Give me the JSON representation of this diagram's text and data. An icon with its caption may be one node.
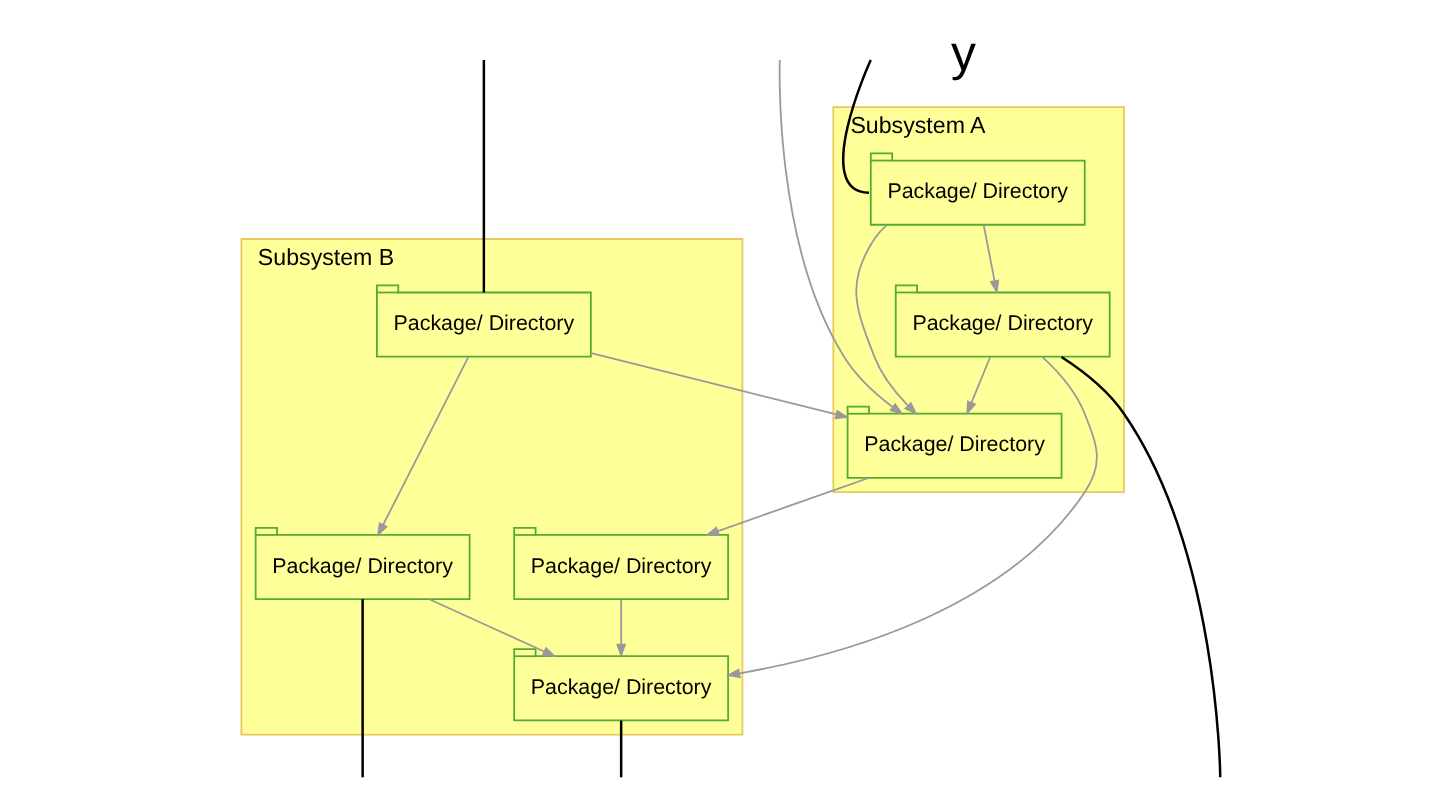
{
  "diagram": {
    "nodes": [
      {
        "text": [
          "Subsystem A"
        ]
      },
      {
        "text": [
          "Package/ Directory"
        ],
        "in": 0
      },
      {
        "text": [
          "Package/ Directory"
        ],
        "in": 0
      },
      {
        "text": [
          "Package/ Directory"
        ],
        "in": 0
      },
      {
        "text": [
          "Subsystem B"
        ]
      },
      {
        "text": [
          "Package/ Directory"
        ],
        "in": 4
      },
      {
        "text": [
          "Package/ Directory"
        ],
        "in": 4
      },
      {
        "text": [
          "Package/ Directory"
        ],
        "in": 4
      },
      {
        "text": [
          "Package/ Directory"
        ],
        "in": 4
      }
    ],
    "edges": [
      {
        "from": 1,
        "to": 2,
        "arrow": "to"
      },
      {
        "from": 1,
        "to": 3,
        "arrow": "to"
      },
      {
        "from": 3,
        "to": 2,
        "arrow": "to"
      },
      {
        "from": null,
        "to": 2,
        "arrow": "to"
      },
      {
        "from": 5,
        "to": 2,
        "arrow": "to"
      },
      {
        "from": 2,
        "to": 6,
        "arrow": "to"
      },
      {
        "from": 3,
        "to": 7,
        "arrow": "to"
      },
      {
        "from": 6,
        "to": 7,
        "arrow": "to"
      },
      {
        "from": 8,
        "to": 7,
        "arrow": "to"
      },
      {
        "from": 5,
        "to": 8,
        "arrow": "to"
      },
      {
        "from": null,
        "to": 1,
        "arrow": "none",
        "color": "#000000"
      },
      {
        "from": 3,
        "to": null,
        "arrow": "none",
        "color": "#000000"
      },
      {
        "from": 7,
        "to": null,
        "arrow": "none",
        "color": "#000000"
      },
      {
        "from": 5,
        "to": null,
        "arrow": "none",
        "color": "#000000"
      },
      {
        "from": 8,
        "to": null,
        "arrow": "none",
        "color": "#000000"
      }
    ],
    "labels": [
      "y"
    ]
  }
}
